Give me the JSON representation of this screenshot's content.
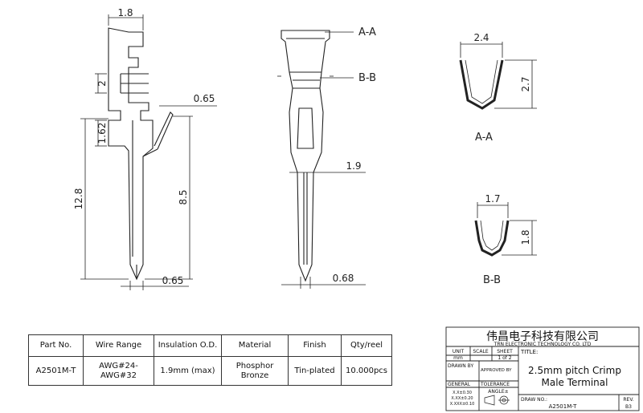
{
  "dimensions": {
    "side_top_width": "1.8",
    "side_slot_height": "2",
    "side_gap": "1.62",
    "side_total_length": "12.8",
    "side_tab_thickness": "0.65",
    "side_pin_length": "8.5",
    "side_pin_width": "0.65",
    "front_width": "1.9",
    "front_tip": "0.68",
    "section_aa_width": "2.4",
    "section_aa_height": "2.7",
    "section_bb_width": "1.7",
    "section_bb_height": "1.8"
  },
  "sections": {
    "aa_callout": "A-A",
    "bb_callout": "B-B",
    "aa_label": "A-A",
    "bb_label": "B-B"
  },
  "spec_table": {
    "headers": [
      "Part No.",
      "Wire Range",
      "Insulation O.D.",
      "Material",
      "Finish",
      "Qty/reel"
    ],
    "row": [
      "A2501M-T",
      "AWG#24-AWG#32",
      "1.9mm (max)",
      "Phosphor Bronze",
      "Tin-plated",
      "10.000pcs"
    ]
  },
  "title_block": {
    "company_cn": "伟昌电子科技有限公司",
    "company_en": "TRN ELECTRONIC TECHNOLOGY CO. LTD",
    "unit_label": "UNIT",
    "unit_value": "mm",
    "scale_label": "SCALE",
    "sheet_label": "SHEET",
    "sheet_value": "1 of 2",
    "title_label": "TITLE:",
    "drawn_by": "DRAWN BY",
    "approved_by": "APPROVED BY",
    "general": "GENERAL",
    "tolerance": "TOLERANCE",
    "tol_1": "X.X±0.30",
    "tol_2": "X.XX±0.20",
    "tol_3": "X.XXX±0.10",
    "angle": "ANGLE±",
    "title_line1": "2.5mm pitch Crimp",
    "title_line2": "Male Terminal",
    "draw_no_label": "DRAW NO.:",
    "draw_no": "A2501M-T",
    "rev_label": "REV.",
    "rev_value": "B3"
  }
}
